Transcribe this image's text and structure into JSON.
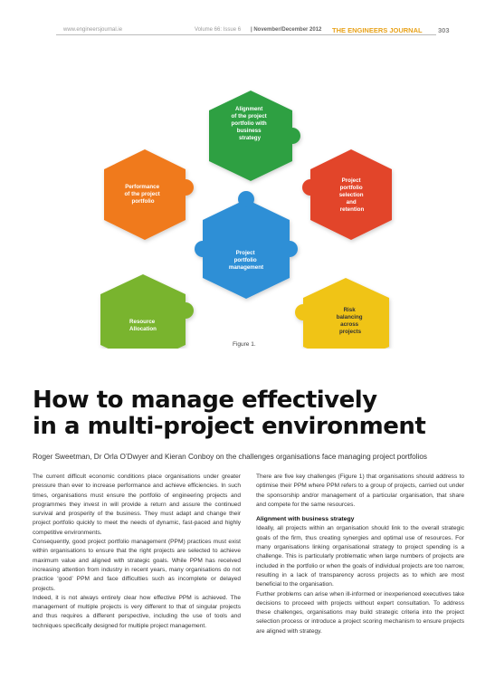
{
  "header": {
    "website": "www.engineersjournal.ie",
    "volume": "Volume 66: Issue 6",
    "date": "| November/December 2012",
    "journal": "THE ENGINEERS JOURNAL",
    "page": "303"
  },
  "figure": {
    "caption": "Figure 1.",
    "colors": {
      "center": "#2f8fd6",
      "top": "#2ea043",
      "left_top": "#f07a1e",
      "right_top": "#e2452a",
      "left_bottom": "#79b42f",
      "right_bottom": "#f0c419"
    },
    "hexes": {
      "top": [
        "Alignment",
        "of the project",
        "portfolio with",
        "business",
        "strategy"
      ],
      "left_top": [
        "Performance",
        "of the project",
        "portfolio"
      ],
      "right_top": [
        "Project",
        "portfolio",
        "selection",
        "and",
        "retention"
      ],
      "center": [
        "Project",
        "portfolio",
        "management"
      ],
      "left_bottom": [
        "Resource",
        "Allocation"
      ],
      "right_bottom": [
        "Risk",
        "balancing",
        "across",
        "projects"
      ]
    }
  },
  "article": {
    "title_line1": "How to manage effectively",
    "title_line2": "in a multi-project environment",
    "byline": "Roger Sweetman, Dr Orla O’Dwyer and Kieran Conboy on the challenges organisations face managing project portfolios",
    "col1_paragraphs": [
      "The current difficult economic conditions place organisations under greater pressure than ever to increase performance and achieve efficiencies. In such times, organisations must ensure the portfolio of engineering projects and programmes they invest in will provide a return and assure the continued survival and prosperity of the business. They must adapt and change their project portfolio quickly to meet the needs of dynamic, fast-paced and highly competitive environments.",
      "Consequently, good project portfolio management (PPM) practices must exist within organisations to ensure that the right projects are selected to achieve maximum value and aligned with strategic goals. While PPM has received increasing attention from industry in recent years, many organisations do not practice ‘good’ PPM and face difficulties such as incomplete or delayed projects.",
      "Indeed, it is not always entirely clear how effective PPM is achieved. The management of multiple projects is very different to that of singular projects and thus requires a different perspective, including the use of tools and techniques specifically designed for multiple project management."
    ],
    "col2_intro": "There are five key challenges (Figure 1) that organisations should address to optimise their PPM where PPM refers to a group of projects, carried out under the sponsorship and/or management of a particular organisation, that share and compete for the same resources.",
    "col2_heading": "Alignment with business strategy",
    "col2_paragraphs": [
      "Ideally, all projects within an organisation should link to the overall strategic goals of the firm, thus creating synergies and optimal use of resources. For many organisations linking organisational strategy to project spending is a challenge. This is particularly problematic when large numbers of projects are included in the portfolio or when the goals of individual projects are too narrow, resulting in a lack of transparency across projects as to which are most beneficial to the organisation.",
      "Further problems can arise when ill-informed or inexperienced executives take decisions to proceed with projects without expert consultation. To address these challenges, organisations may build strategic criteria into the project selection process or introduce a project scoring mechanism to ensure projects are aligned with strategy."
    ]
  }
}
